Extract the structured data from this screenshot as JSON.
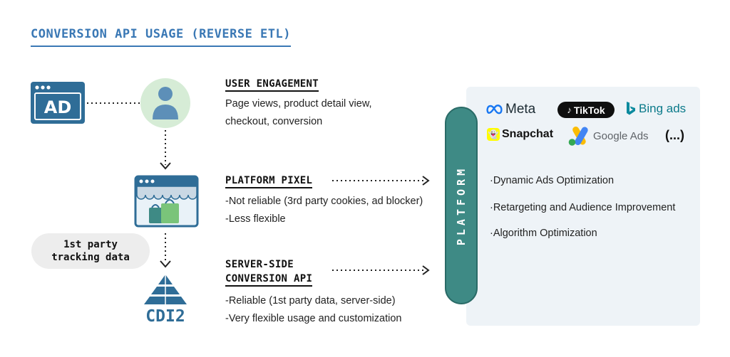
{
  "title": "CONVERSION API USAGE (REVERSE ETL)",
  "ad_icon_label": "AD",
  "user_engagement": {
    "heading": "USER ENGAGEMENT",
    "line1": "Page views, product detail view,",
    "line2": "checkout, conversion"
  },
  "platform_pixel": {
    "heading": "PLATFORM PIXEL",
    "line1": "-Not reliable (3rd party cookies, ad blocker)",
    "line2": "-Less flexible"
  },
  "server_side": {
    "heading_line1": "SERVER-SIDE",
    "heading_line2": "CONVERSION API",
    "line1": "-Reliable (1st party data, server-side)",
    "line2": "-Very flexible usage and customization"
  },
  "tracking_pill": {
    "line1": "1st party",
    "line2": "tracking data"
  },
  "cdi_label": "CDI2",
  "platform_label": "PLATFORM",
  "logos": {
    "meta": "Meta",
    "tiktok": "TikTok",
    "bing": "Bing ads",
    "snapchat": "Snapchat",
    "google": "Google Ads",
    "more": "(...)"
  },
  "features": [
    "·Dynamic Ads Optimization",
    "·Retargeting and Audience Improvement",
    "·Algorithm Optimization"
  ],
  "colors": {
    "accent_blue": "#3a78b5",
    "ad_blue": "#2f6d97",
    "platform_teal": "#3e8a85",
    "panel_bg": "#eef3f7",
    "user_circle": "#d6ecd6",
    "user_icon": "#5d8fb8"
  }
}
